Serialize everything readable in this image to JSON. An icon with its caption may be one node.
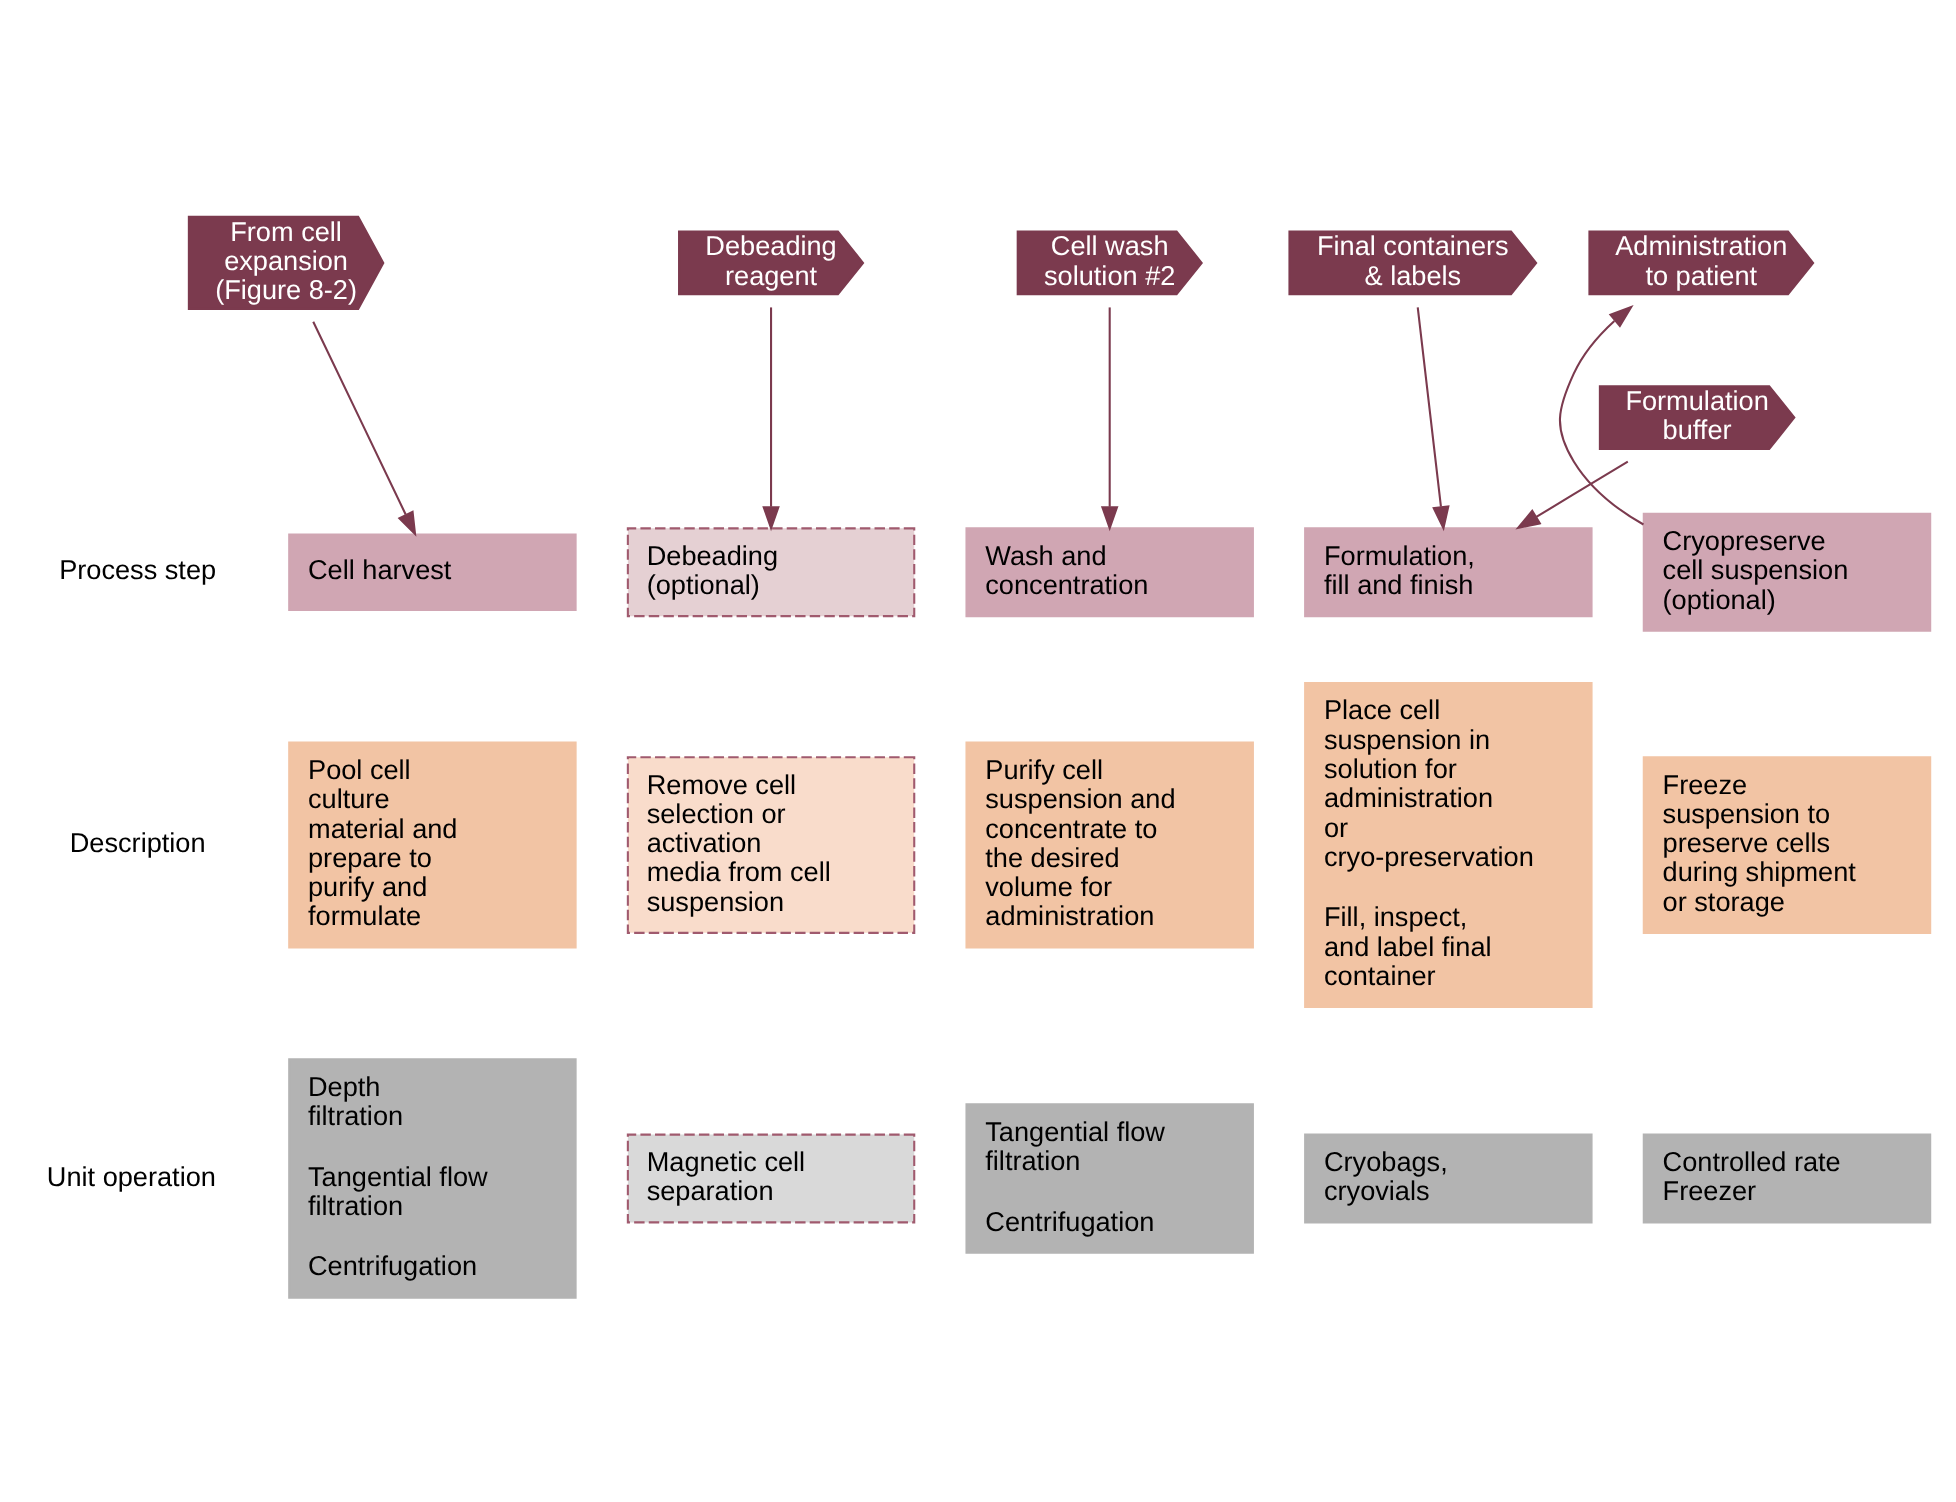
{
  "diagram": {
    "nodes": [
      {
        "text": [
          "From cell expansion (Figure 8-2)"
        ]
      },
      {
        "text": [
          "Debeading reagent"
        ]
      },
      {
        "text": [
          "Cell wash solution #2"
        ]
      },
      {
        "text": [
          "Final containers & labels"
        ]
      },
      {
        "text": [
          "Formulation buffer"
        ]
      },
      {
        "text": [
          "Administration to patient"
        ]
      },
      {
        "text": [
          "Cell harvest"
        ]
      },
      {
        "text": [
          "Debeading (optional)"
        ]
      },
      {
        "text": [
          "Wash and concentration"
        ]
      },
      {
        "text": [
          "Formulation, fill and finish"
        ]
      },
      {
        "text": [
          "Cryopreserve cell suspension (optional)"
        ]
      },
      {
        "text": [
          "Pool cell culture material and prepare to purify and formulate"
        ]
      },
      {
        "text": [
          "Remove cell selection or activation media from cell suspension"
        ]
      },
      {
        "text": [
          "Purify cell suspension and concentrate to the desired volume for administration"
        ]
      },
      {
        "text": [
          "Place cell suspension in solution for administration or cryo-preservation",
          "Fill, inspect, and label final container"
        ]
      },
      {
        "text": [
          "Freeze suspension to preserve cells during shipment or storage"
        ]
      },
      {
        "text": [
          "Depth filtration",
          "Tangential flow filtration",
          "Centrifugation"
        ]
      },
      {
        "text": [
          "Magnetic cell separation"
        ]
      },
      {
        "text": [
          "Tangential flow filtration",
          "Centrifugation"
        ]
      },
      {
        "text": [
          "Cryobags, cryovials"
        ]
      },
      {
        "text": [
          "Controlled rate Freezer"
        ]
      }
    ],
    "edges": [
      {
        "from": 0,
        "to": 6,
        "arrow": "to"
      },
      {
        "from": 1,
        "to": 7,
        "arrow": "to"
      },
      {
        "from": 2,
        "to": 8,
        "arrow": "to"
      },
      {
        "from": 4,
        "to": 9,
        "arrow": "to"
      },
      {
        "from": 3,
        "to": 9,
        "arrow": "to"
      },
      {
        "from": 10,
        "to": 5,
        "arrow": "to"
      }
    ],
    "labels": [
      "Process step",
      "Description",
      "Unit operation"
    ]
  }
}
